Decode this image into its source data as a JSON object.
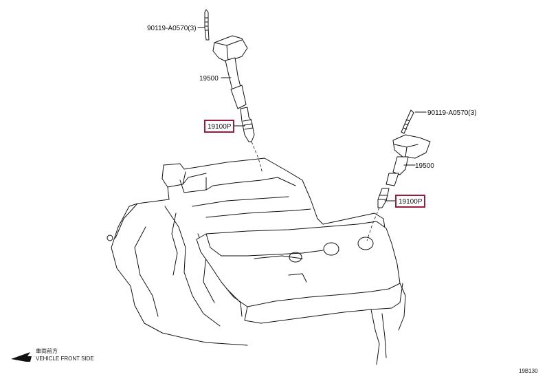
{
  "labels": {
    "bolt_upper": "90119-A0570(3)",
    "coil_upper": "19500",
    "plug_upper": "19100P",
    "bolt_lower": "90119-A0570(3)",
    "coil_lower": "19500",
    "plug_lower": "19100P"
  },
  "direction": {
    "jp": "車両前方",
    "en": "VEHICLE FRONT SIDE"
  },
  "figure_code": "19B130",
  "colors": {
    "line": "#111111",
    "highlight": "#9b1b3a"
  }
}
